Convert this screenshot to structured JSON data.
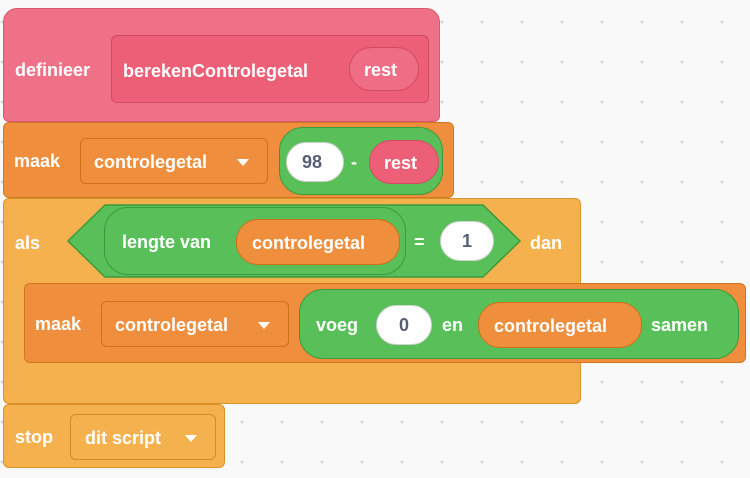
{
  "define_block": {
    "keyword": "definieer",
    "name": "berekenControlegetal",
    "param": "rest",
    "color": "#ef7187"
  },
  "set_block_1": {
    "keyword": "maak",
    "variable": "controlegetal",
    "operator": {
      "left_value": "98",
      "symbol": "-",
      "right": "rest"
    },
    "color": "#ef8f3d"
  },
  "if_block": {
    "keyword": "als",
    "condition": {
      "length_label": "lengte van",
      "length_of": "controlegetal",
      "symbol": "=",
      "compare_value": "1"
    },
    "then_word": "dan",
    "color": "#f5b14d"
  },
  "set_block_2": {
    "keyword": "maak",
    "variable": "controlegetal",
    "join": {
      "prefix": "voeg",
      "first": "0",
      "middle": "en",
      "second": "controlegetal",
      "suffix": "samen"
    }
  },
  "stop_block": {
    "keyword": "stop",
    "option": "dit script"
  },
  "icons": {
    "dropdown": "triangle-down-icon"
  },
  "colors": {
    "operator_green": "#59c059",
    "canvas": "#f9f9f9"
  }
}
